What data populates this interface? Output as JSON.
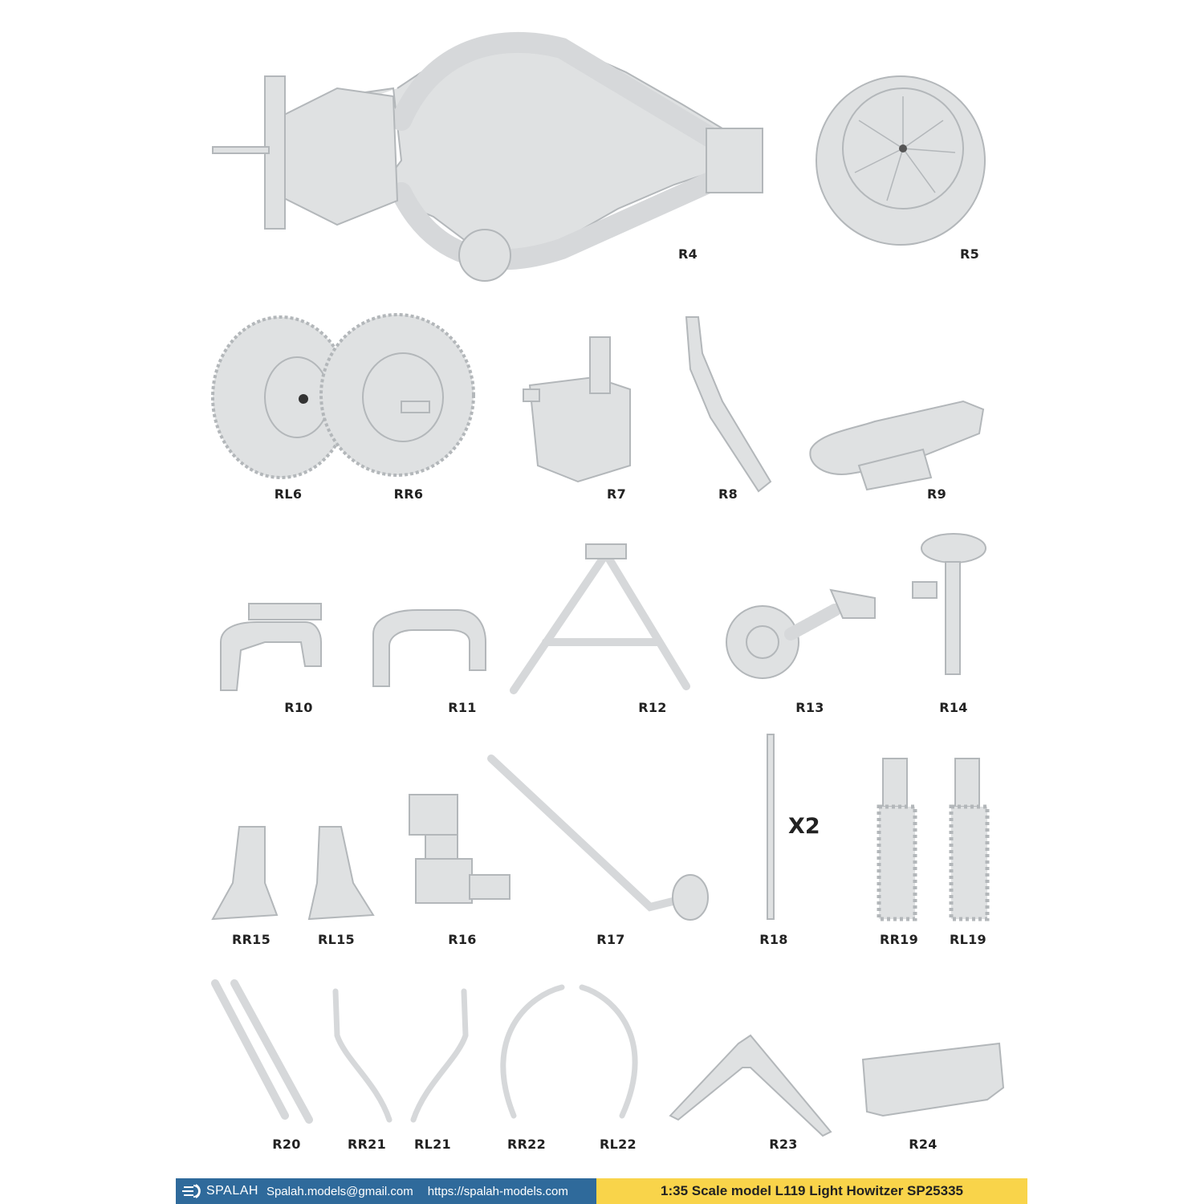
{
  "parts": [
    {
      "id": "r4",
      "label": "R4"
    },
    {
      "id": "r5",
      "label": "R5"
    },
    {
      "id": "rl6",
      "label": "RL6"
    },
    {
      "id": "rr6",
      "label": "RR6"
    },
    {
      "id": "r7",
      "label": "R7"
    },
    {
      "id": "r8",
      "label": "R8"
    },
    {
      "id": "r9",
      "label": "R9"
    },
    {
      "id": "r10",
      "label": "R10"
    },
    {
      "id": "r11",
      "label": "R11"
    },
    {
      "id": "r12",
      "label": "R12"
    },
    {
      "id": "r13",
      "label": "R13"
    },
    {
      "id": "r14",
      "label": "R14"
    },
    {
      "id": "rr15",
      "label": "RR15"
    },
    {
      "id": "rl15",
      "label": "RL15"
    },
    {
      "id": "r16",
      "label": "R16"
    },
    {
      "id": "r17",
      "label": "R17"
    },
    {
      "id": "r18",
      "label": "R18"
    },
    {
      "id": "rr19",
      "label": "RR19"
    },
    {
      "id": "rl19",
      "label": "RL19"
    },
    {
      "id": "r20",
      "label": "R20"
    },
    {
      "id": "rr21",
      "label": "RR21"
    },
    {
      "id": "rl21",
      "label": "RL21"
    },
    {
      "id": "rr22",
      "label": "RR22"
    },
    {
      "id": "rl22",
      "label": "RL22"
    },
    {
      "id": "r23",
      "label": "R23"
    },
    {
      "id": "r24",
      "label": "R24"
    }
  ],
  "quantity_note": "X2",
  "footer": {
    "brand": "SPALAH",
    "email": "Spalah.models@gmail.com",
    "url": "https://spalah-models.com",
    "title": "1:35 Scale model L119 Light Howitzer SP25335",
    "colors": {
      "blue": "#2f6a9b",
      "yellow": "#f9d44a"
    }
  }
}
